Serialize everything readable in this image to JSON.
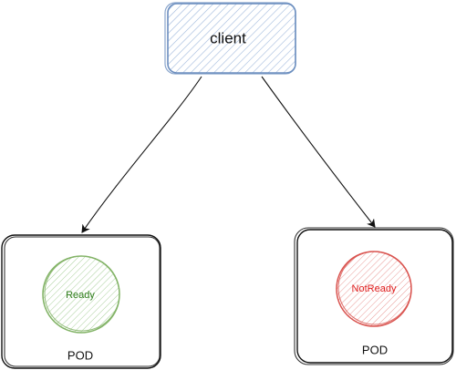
{
  "client": {
    "label": "client",
    "fill_color": "#dae8fc",
    "stroke_color": "#6c8ebf"
  },
  "pods": [
    {
      "label": "POD",
      "status": "Ready",
      "status_text_color": "#2e7d1a",
      "status_fill_color": "#d5e8d4",
      "status_stroke_color": "#82b366"
    },
    {
      "label": "POD",
      "status": "NotReady",
      "status_text_color": "#e02020",
      "status_fill_color": "#f8cecc",
      "status_stroke_color": "#d9534f"
    }
  ],
  "colors": {
    "stroke": "#111111",
    "background": "#ffffff"
  }
}
